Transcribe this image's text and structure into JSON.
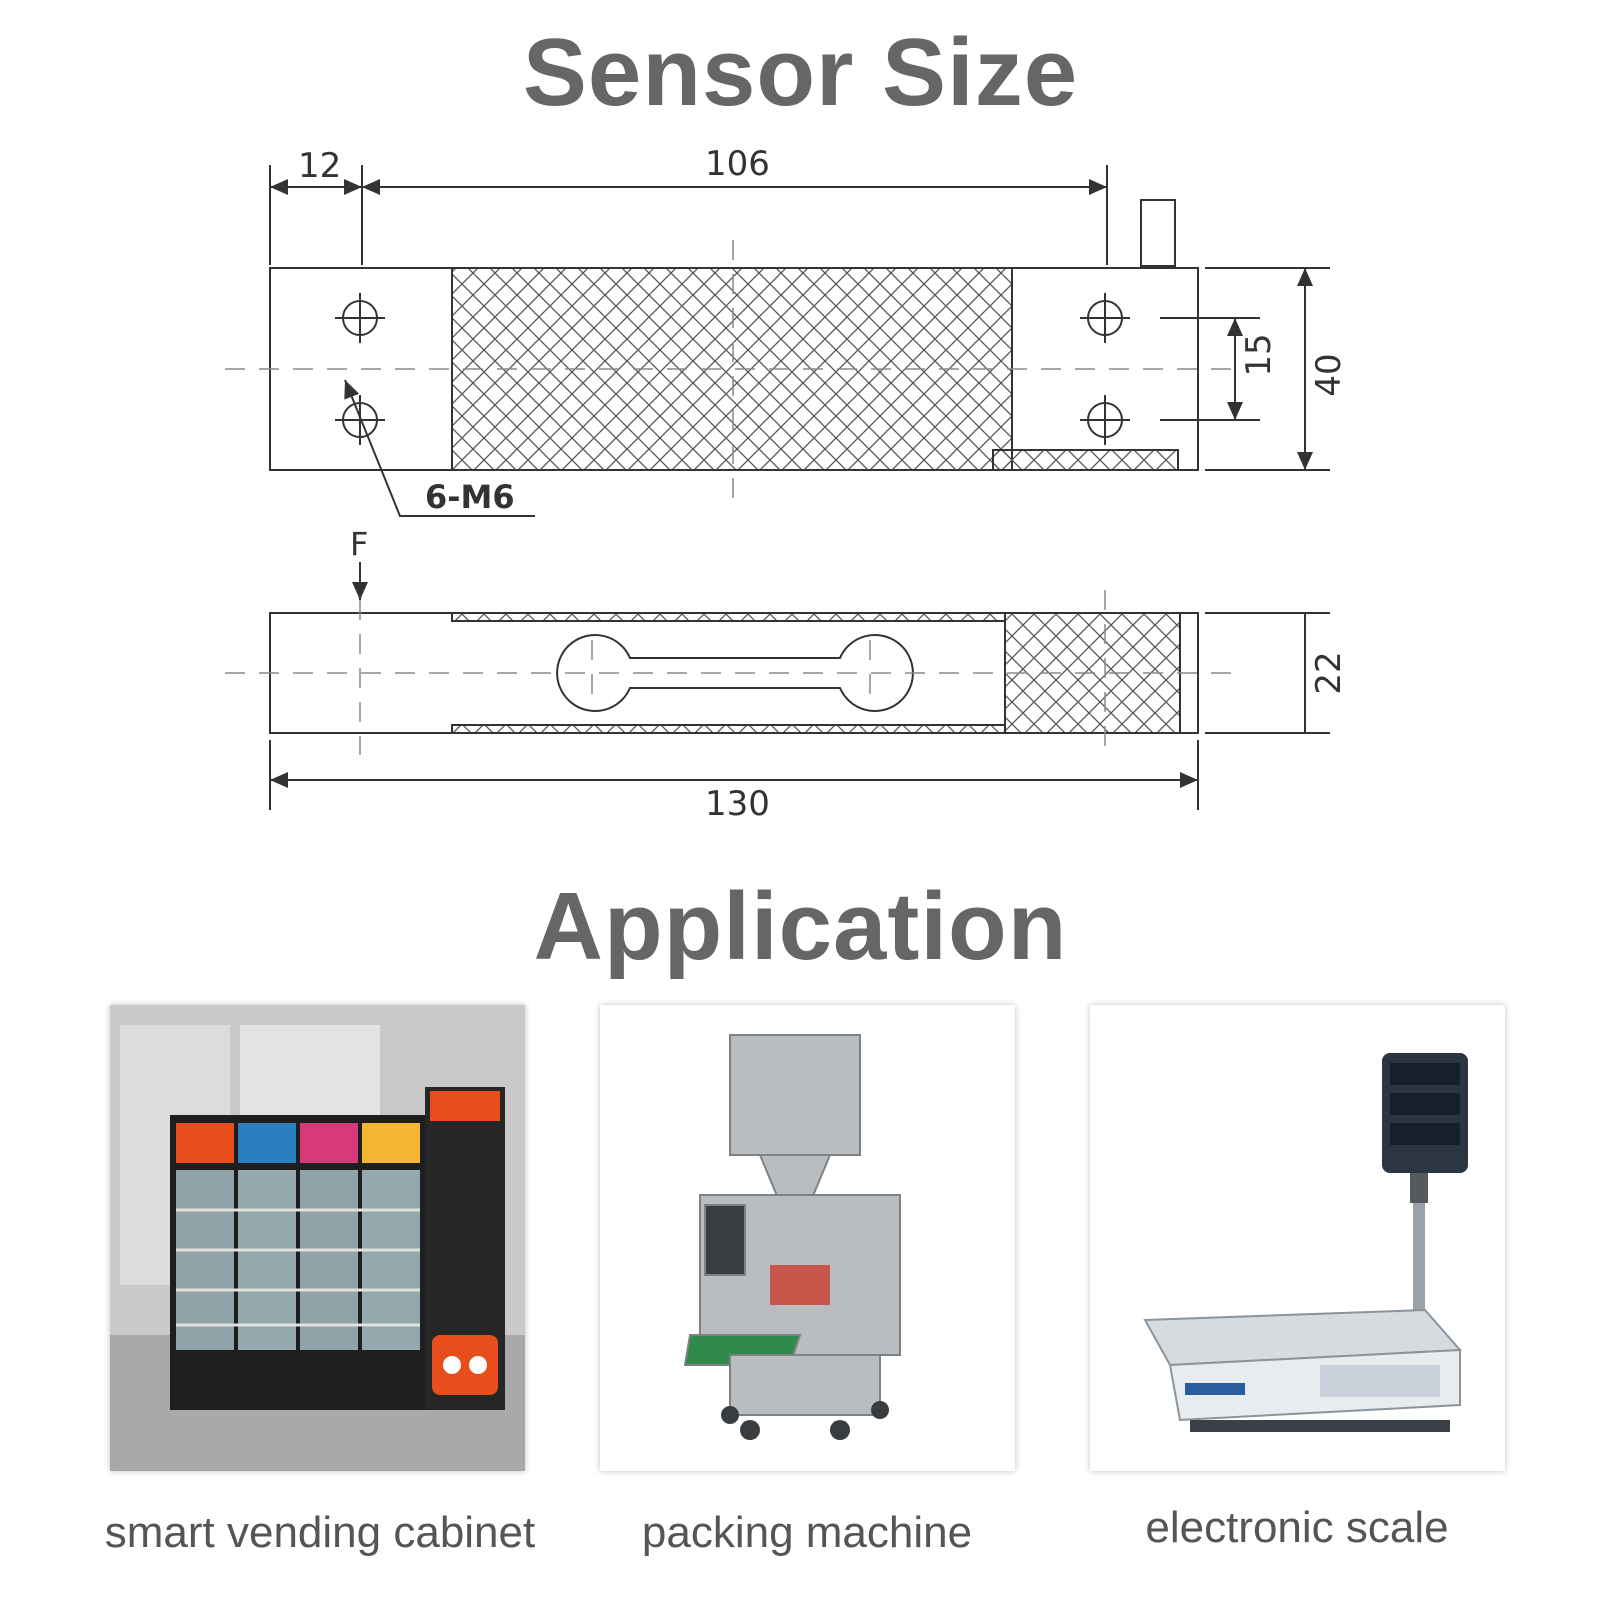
{
  "header": {
    "title": "Sensor Size"
  },
  "drawing": {
    "dim_left_offset": "12",
    "dim_hole_spacing": "106",
    "dim_total_length": "130",
    "dim_hole_pitch": "15",
    "dim_width": "40",
    "dim_thickness": "22",
    "hole_callout": "6-M6",
    "force_label": "F"
  },
  "section": {
    "title": "Application"
  },
  "applications": [
    {
      "caption": "smart vending cabinet",
      "icon": "vending-cabinet-image"
    },
    {
      "caption": "packing machine",
      "icon": "packing-machine-image"
    },
    {
      "caption": "electronic scale",
      "icon": "electronic-scale-image"
    }
  ]
}
